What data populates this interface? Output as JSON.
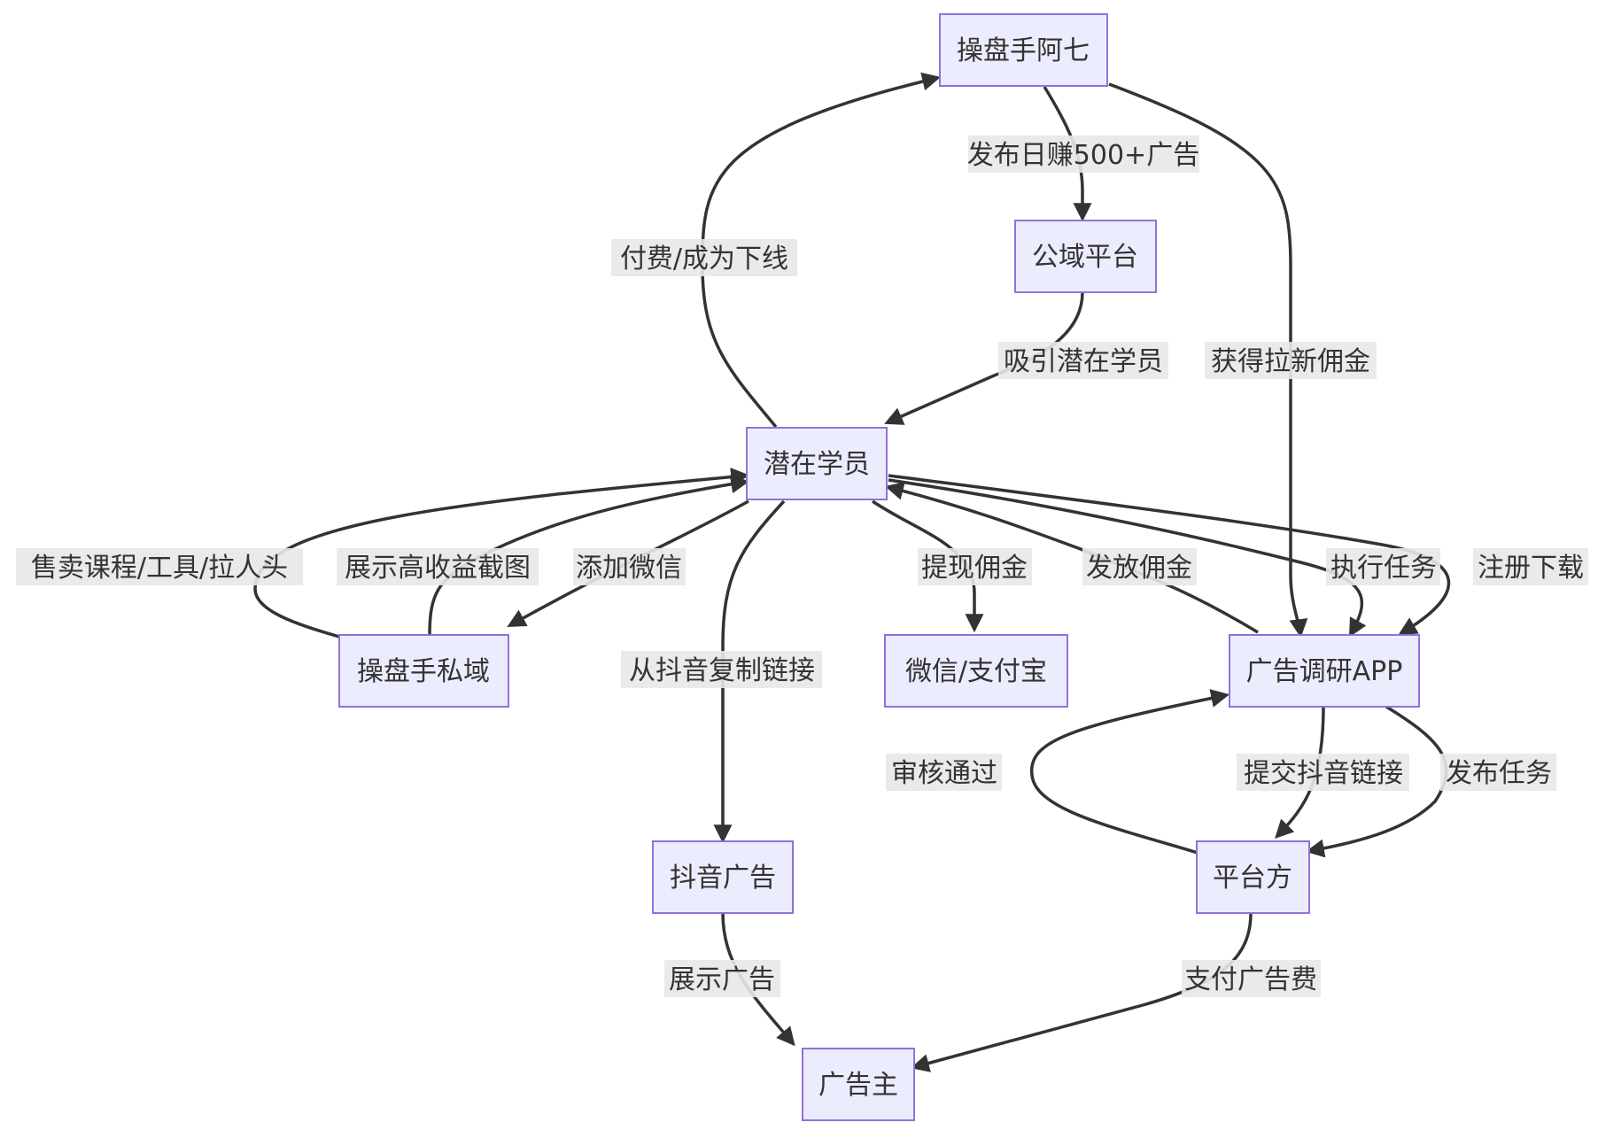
{
  "nodes": {
    "trader": "操盘手阿七",
    "public_domain": "公域平台",
    "potential_students": "潜在学员",
    "trader_private": "操盘手私域",
    "wechat_alipay": "微信/支付宝",
    "survey_app": "广告调研APP",
    "douyin_ad": "抖音广告",
    "platform": "平台方",
    "advertiser": "广告主"
  },
  "edges": {
    "publish_ad": "发布日赚500+广告",
    "attract_students": "吸引潜在学员",
    "pay_downline": "付费/成为下线",
    "get_commission": "获得拉新佣金",
    "sell_course": "售卖课程/工具/拉人头",
    "show_screenshot": "展示高收益截图",
    "add_wechat": "添加微信",
    "withdraw": "提现佣金",
    "issue_commission": "发放佣金",
    "execute_task": "执行任务",
    "register_download": "注册下载",
    "copy_link": "从抖音复制链接",
    "approved": "审核通过",
    "submit_link": "提交抖音链接",
    "publish_task": "发布任务",
    "show_ad": "展示广告",
    "pay_ad_fee": "支付广告费"
  }
}
